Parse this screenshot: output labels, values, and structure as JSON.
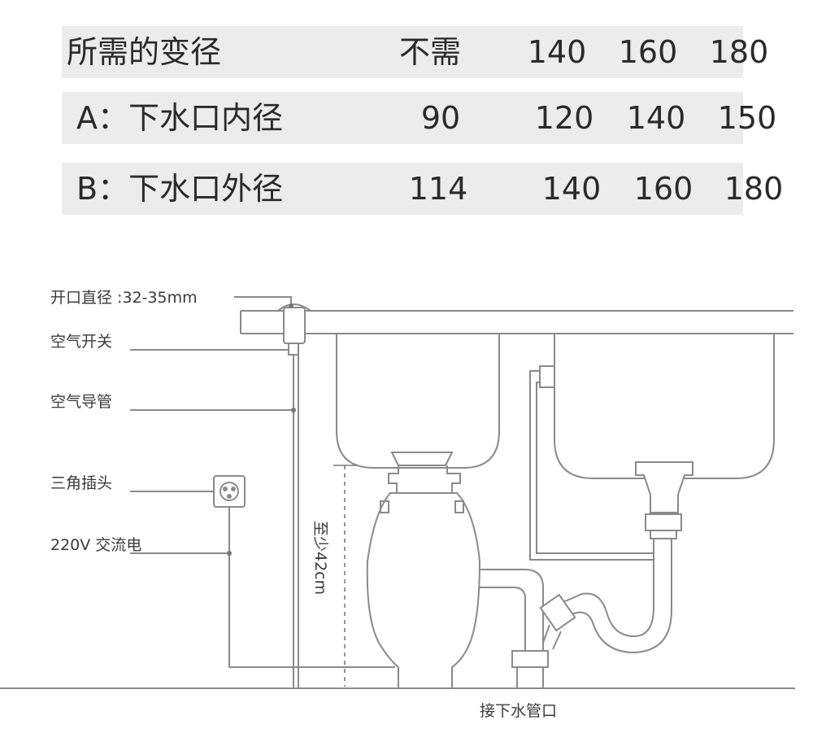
{
  "table": {
    "rows": [
      {
        "label": "所需的变径",
        "values": [
          "不需",
          "140",
          "160",
          "180"
        ]
      },
      {
        "label": "A：下水口内径",
        "values": [
          "90",
          "120",
          "140",
          "150"
        ]
      },
      {
        "label": "B：下水口外径",
        "values": [
          "114",
          "140",
          "160",
          "180"
        ]
      }
    ]
  },
  "diagram": {
    "labels": {
      "opening": "开口直径 :32-35mm",
      "air_switch": "空气开关",
      "air_tube": "空气导管",
      "plug": "三角插头",
      "power": "220V 交流电",
      "clearance": "至少42cm",
      "drain": "接下水管口"
    }
  }
}
